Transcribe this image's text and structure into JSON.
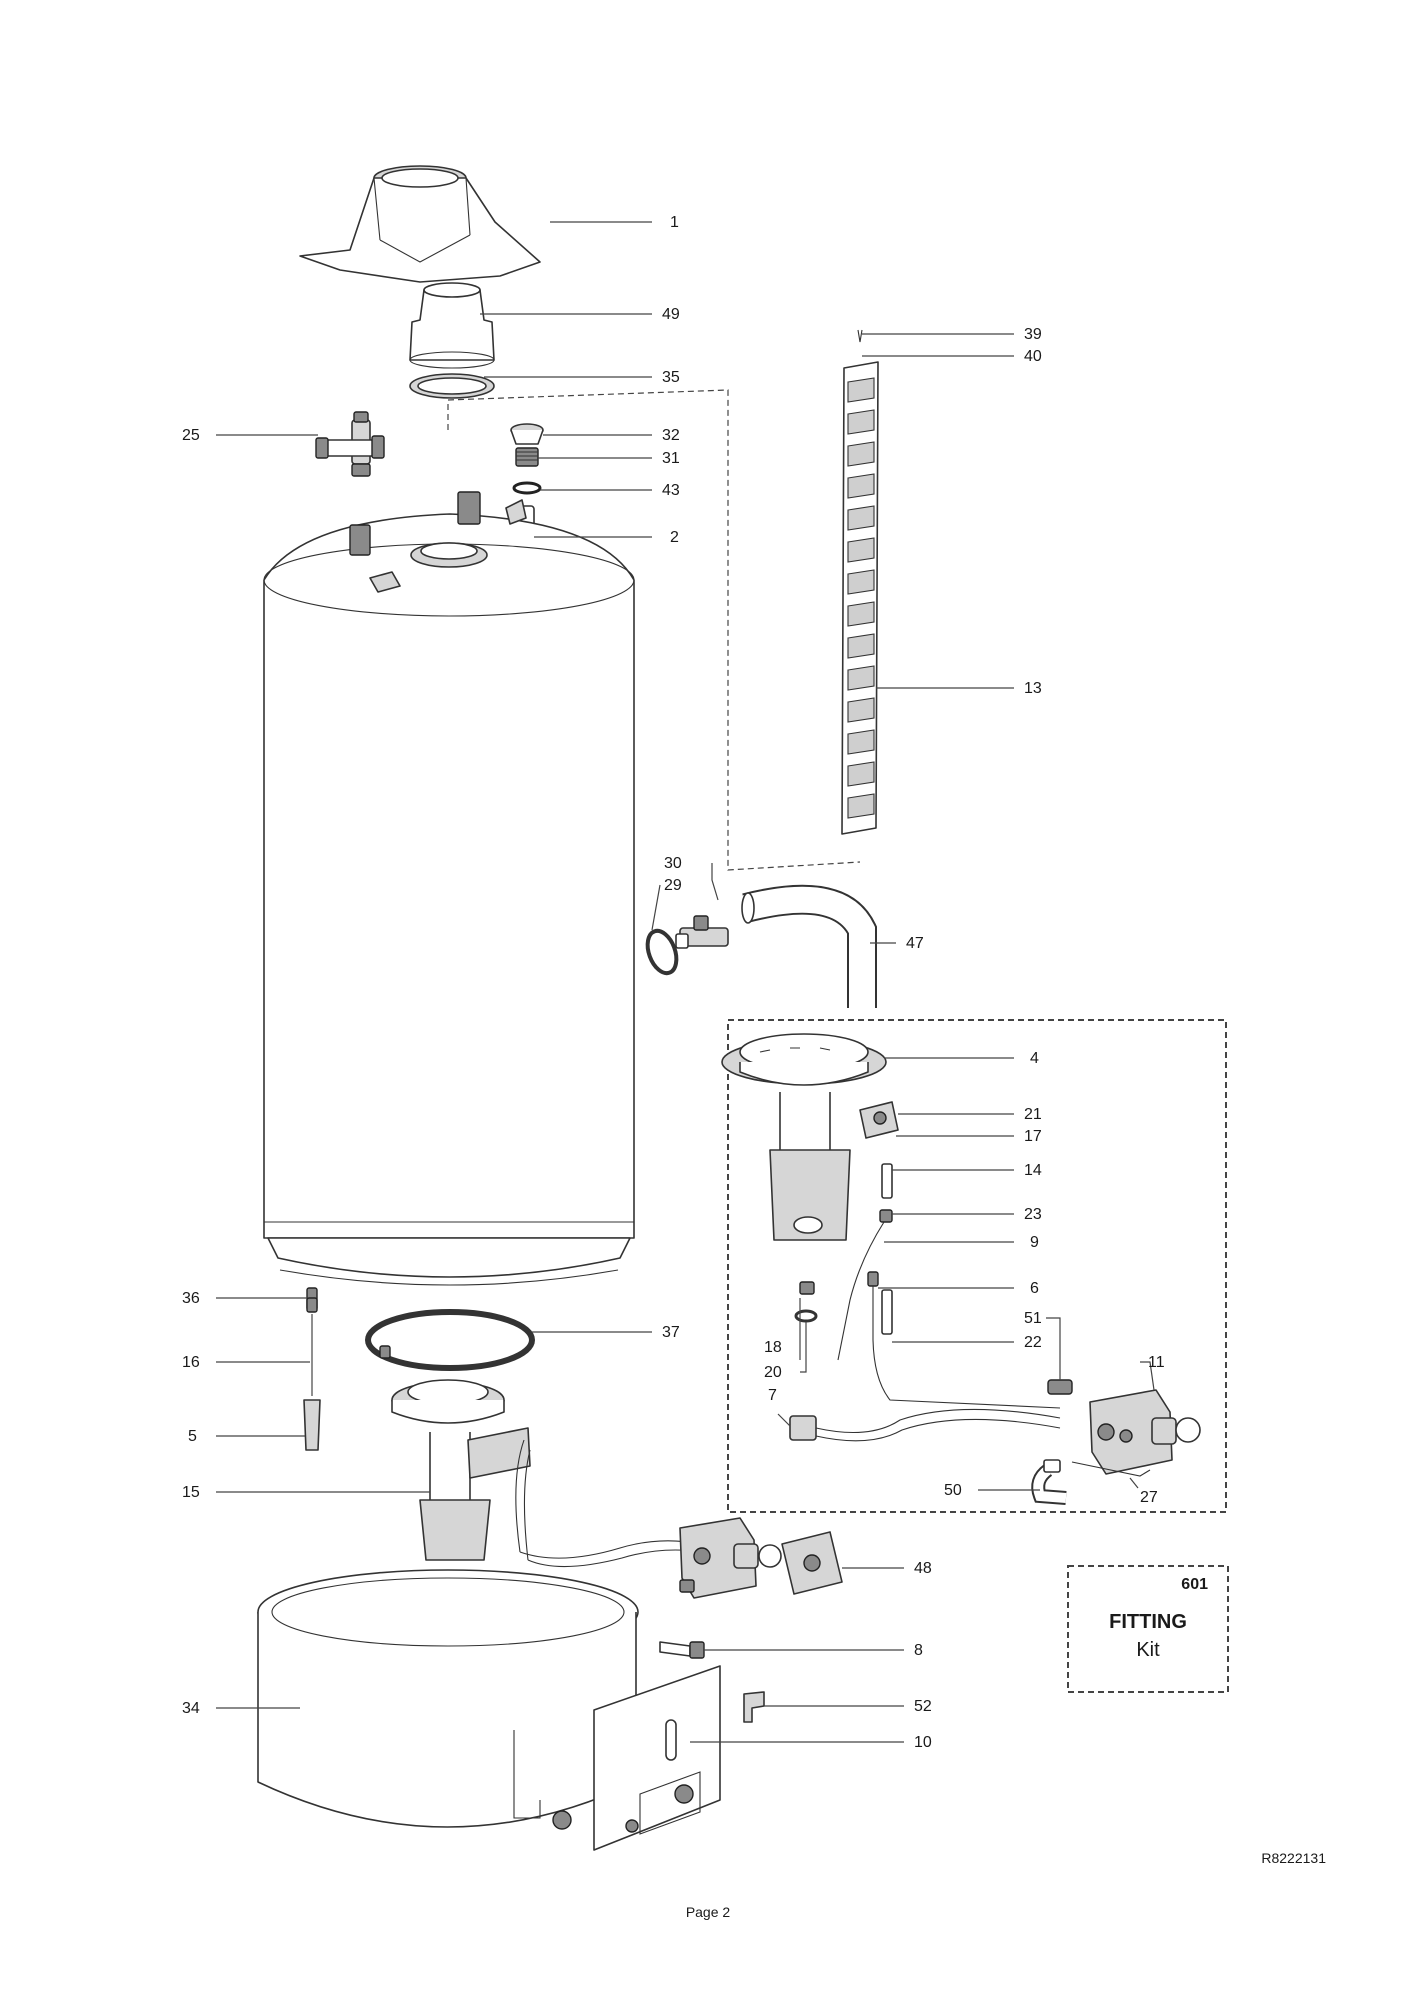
{
  "labels": [
    {
      "id": "p1",
      "text": "1"
    },
    {
      "id": "p49",
      "text": "49"
    },
    {
      "id": "p35",
      "text": "35"
    },
    {
      "id": "p25",
      "text": "25"
    },
    {
      "id": "p32",
      "text": "32"
    },
    {
      "id": "p31",
      "text": "31"
    },
    {
      "id": "p43",
      "text": "43"
    },
    {
      "id": "p2",
      "text": "2"
    },
    {
      "id": "p39",
      "text": "39"
    },
    {
      "id": "p40",
      "text": "40"
    },
    {
      "id": "p13",
      "text": "13"
    },
    {
      "id": "p30",
      "text": "30"
    },
    {
      "id": "p29",
      "text": "29"
    },
    {
      "id": "p47",
      "text": "47"
    },
    {
      "id": "p4",
      "text": "4"
    },
    {
      "id": "p21",
      "text": "21"
    },
    {
      "id": "p17",
      "text": "17"
    },
    {
      "id": "p14",
      "text": "14"
    },
    {
      "id": "p23",
      "text": "23"
    },
    {
      "id": "p9",
      "text": "9"
    },
    {
      "id": "p6",
      "text": "6"
    },
    {
      "id": "p51",
      "text": "51"
    },
    {
      "id": "p22",
      "text": "22"
    },
    {
      "id": "p11",
      "text": "11"
    },
    {
      "id": "p18",
      "text": "18"
    },
    {
      "id": "p20",
      "text": "20"
    },
    {
      "id": "p7",
      "text": "7"
    },
    {
      "id": "p50",
      "text": "50"
    },
    {
      "id": "p27",
      "text": "27"
    },
    {
      "id": "p36",
      "text": "36"
    },
    {
      "id": "p37",
      "text": "37"
    },
    {
      "id": "p16",
      "text": "16"
    },
    {
      "id": "p5",
      "text": "5"
    },
    {
      "id": "p15",
      "text": "15"
    },
    {
      "id": "p48",
      "text": "48"
    },
    {
      "id": "p8",
      "text": "8"
    },
    {
      "id": "p34",
      "text": "34"
    },
    {
      "id": "p52",
      "text": "52"
    },
    {
      "id": "p10",
      "text": "10"
    }
  ],
  "kit": {
    "code": "601",
    "title": "FITTING",
    "subtitle": "Kit"
  },
  "reference": "R8222131",
  "page": "Page 2"
}
